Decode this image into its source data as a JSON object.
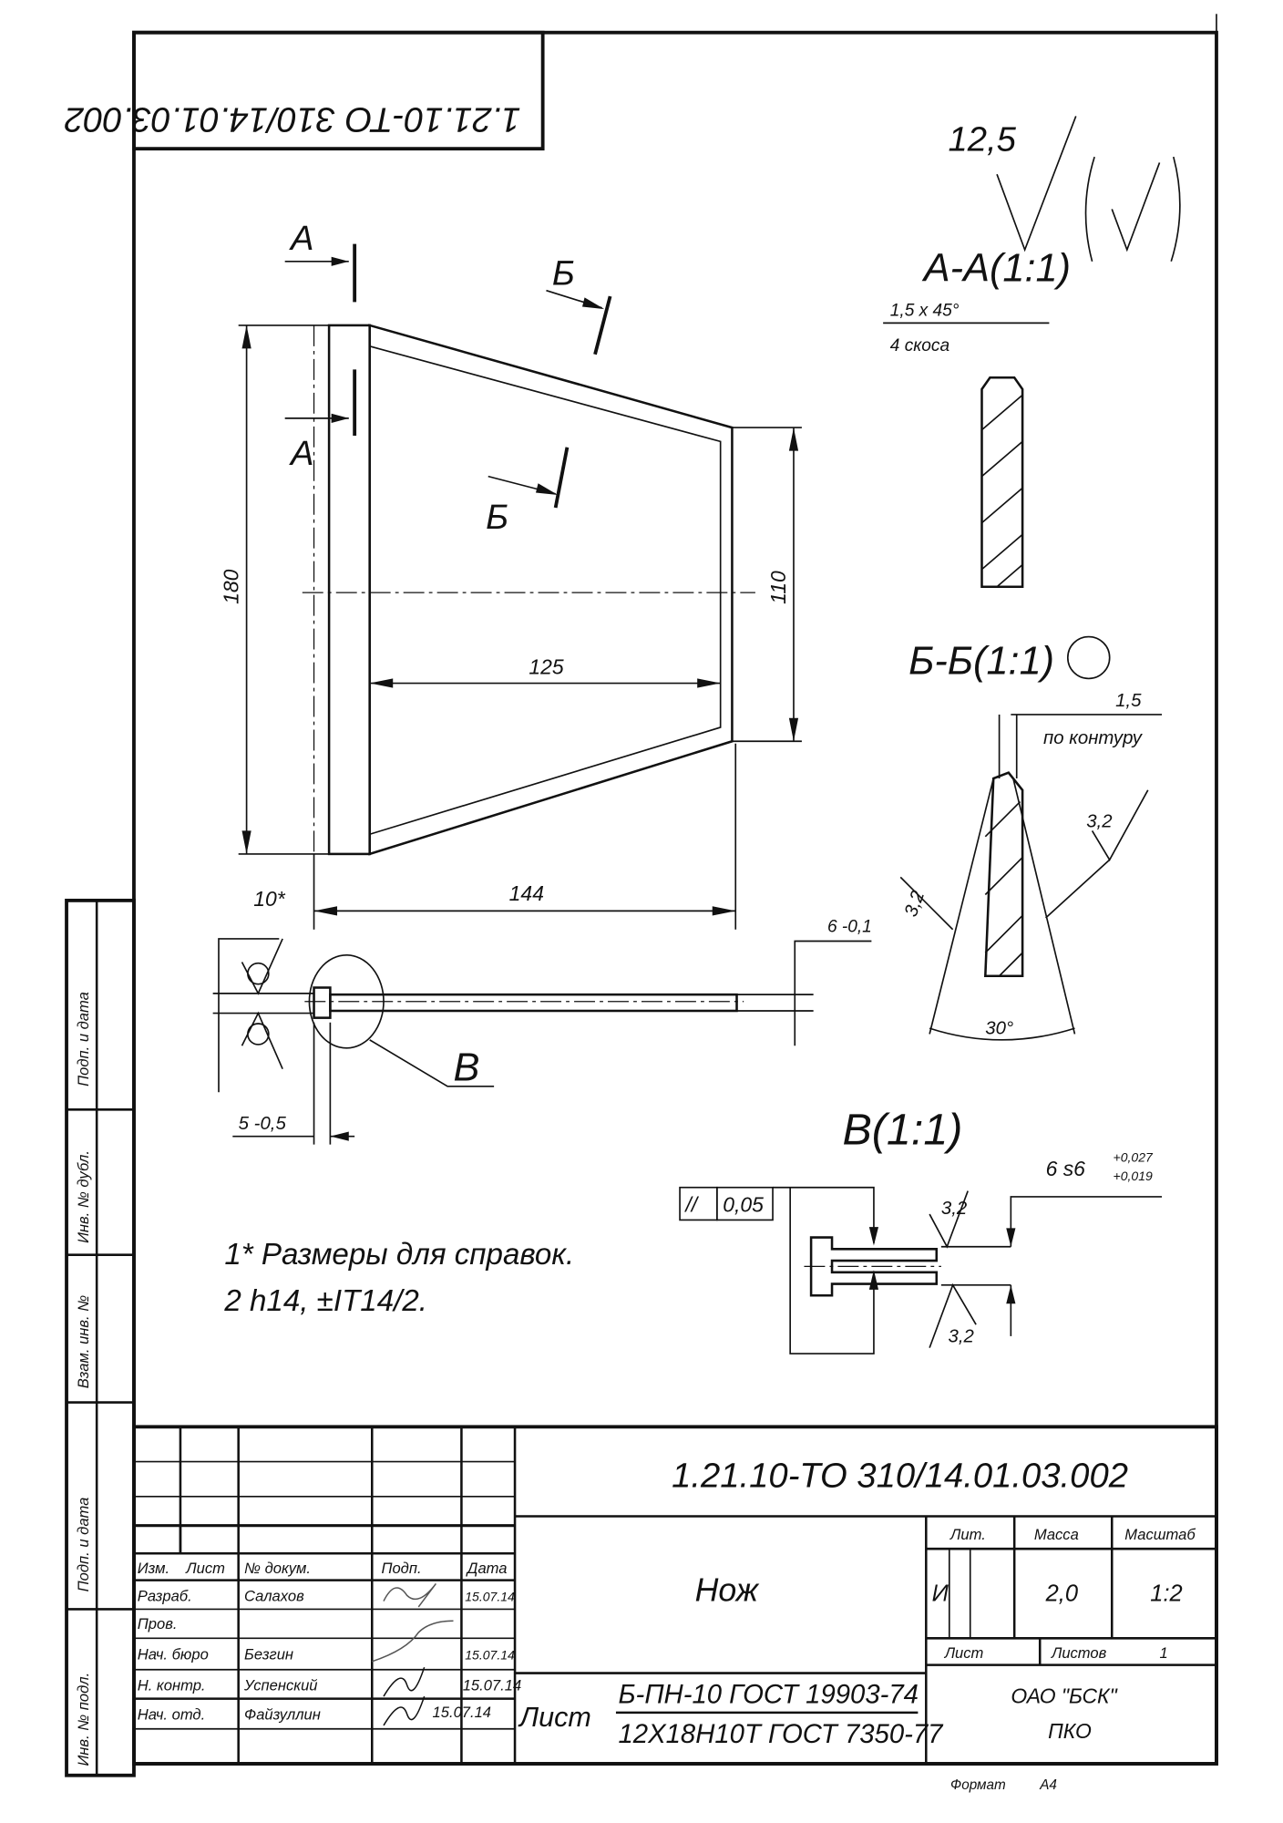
{
  "document": {
    "stamp_top_reversed": "1.21.10-ТО 310/14.01.03.002",
    "roughness_general": "12,5",
    "roughness_other_symbol": "(√)"
  },
  "main_view": {
    "section_a_label": "А",
    "section_b_label": "Б",
    "dim_height": "180",
    "dim_small_height": "110",
    "dim_inner_width": "125",
    "dim_total_width": "144"
  },
  "side_view": {
    "dim_ref": "10*",
    "dim_thickness": "6 -0,1",
    "dim_head": "5 -0,5",
    "detail_label": "В"
  },
  "section_aa": {
    "title": "А-А(1:1)",
    "chamfer": "1,5 x 45°",
    "chamfer_count": "4 скоса"
  },
  "section_bb": {
    "title": "Б-Б(1:1)",
    "edge": "1,5",
    "edge_note": "по контуру",
    "rough1": "3,2",
    "rough2": "3,2",
    "angle": "30°"
  },
  "detail_v": {
    "title": "В(1:1)",
    "tolerance_symbol": "//",
    "tolerance_value": "0,05",
    "rough_top": "3,2",
    "rough_bottom": "3,2",
    "fit": "6  s6",
    "fit_upper": "+0,027",
    "fit_lower": "+0,019"
  },
  "notes": [
    "1* Размеры для справок.",
    "2  h14, ±IT14/2."
  ],
  "side_strip": [
    "Подп. и дата",
    "Инв. № дубл.",
    "Взам. инв. №",
    "Подп. и дата",
    "Инв. № подл."
  ],
  "title_block": {
    "designation": "1.21.10-ТО 310/14.01.03.002",
    "name": "Нож",
    "headers": {
      "izm": "Изм.",
      "list": "Лист",
      "doc": "№ докум.",
      "sign": "Подп.",
      "date": "Дата"
    },
    "roles": [
      {
        "role": "Разраб.",
        "person": "Салахов",
        "date": "15.07.14"
      },
      {
        "role": "Пров.",
        "person": "",
        "date": ""
      },
      {
        "role": "Нач. бюро",
        "person": "Безгин",
        "date": "15.07.14"
      },
      {
        "role": "Н. контр.",
        "person": "Успенский",
        "date": "15.07.14"
      },
      {
        "role": "Нач. отд.",
        "person": "Файзуллин",
        "date": "15.07.14"
      }
    ],
    "lit_label": "Лит.",
    "mass_label": "Масса",
    "scale_label": "Масштаб",
    "lit_value": "И",
    "mass_value": "2,0",
    "scale_value": "1:2",
    "sheet_label": "Лист",
    "sheets_label": "Листов",
    "sheets_value": "1",
    "list_word": "Лист",
    "material_top": "Б-ПН-10 ГОСТ 19903-74",
    "material_bottom": "12Х18Н10Т ГОСТ 7350-77",
    "company": "ОАО  \"БСК\"",
    "department": "ПКО",
    "format_label": "Формат",
    "format_value": "А4"
  }
}
